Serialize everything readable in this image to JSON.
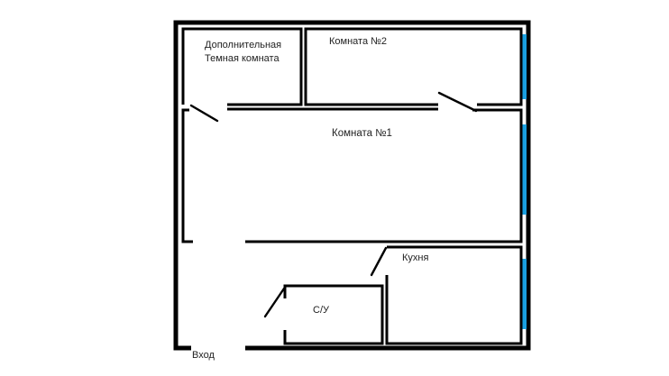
{
  "floorplan": {
    "rooms": {
      "extra_dark_room_line1": "Дополнительная",
      "extra_dark_room_line2": "Темная комната",
      "room2": "Комната №2",
      "room1": "Комната №1",
      "kitchen": "Кухня",
      "bathroom": "С/У"
    },
    "entrance": "Вход",
    "colors": {
      "wall": "#000000",
      "window": "#1aa0e0",
      "background": "#ffffff"
    }
  }
}
